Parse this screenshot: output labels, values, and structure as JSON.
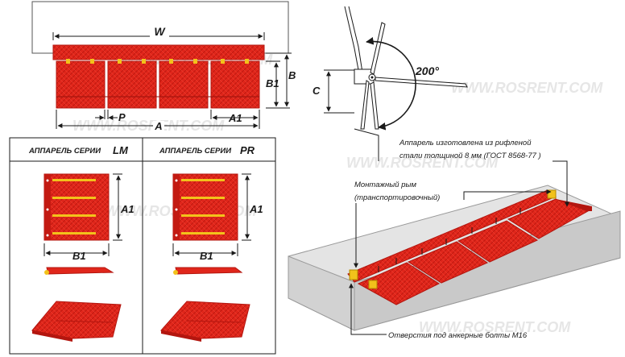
{
  "dimensions": {
    "w": "W",
    "b": "B",
    "b1": "B1",
    "p": "P",
    "a": "A",
    "a1": "A1",
    "c": "C",
    "angle": "200°"
  },
  "series": {
    "lm_title": "АППАРЕЛЬ СЕРИИ",
    "lm_code": "LM",
    "pr_title": "АППАРЕЛЬ СЕРИИ",
    "pr_code": "PR",
    "lm_a1": "A1",
    "lm_b1": "B1",
    "pr_a1": "A1",
    "pr_b1": "B1"
  },
  "notes": {
    "material_line1": "Аппарель изготовлена из рифленой",
    "material_line2": "стали толщиной 8 мм (ГОСТ 8568-77 )",
    "handle_line1": "Монтажный рым",
    "handle_line2": "(транспортировочный)",
    "holes": "Отверстия под анкерные болты М16"
  },
  "watermark": "WWW.ROSRENT.COM",
  "colors": {
    "plate_red": "#e0261b",
    "plate_dark": "#b3160f",
    "hinge_yellow": "#f2c21b",
    "concrete": "#e2e2e2",
    "line": "#1a1a1a"
  }
}
